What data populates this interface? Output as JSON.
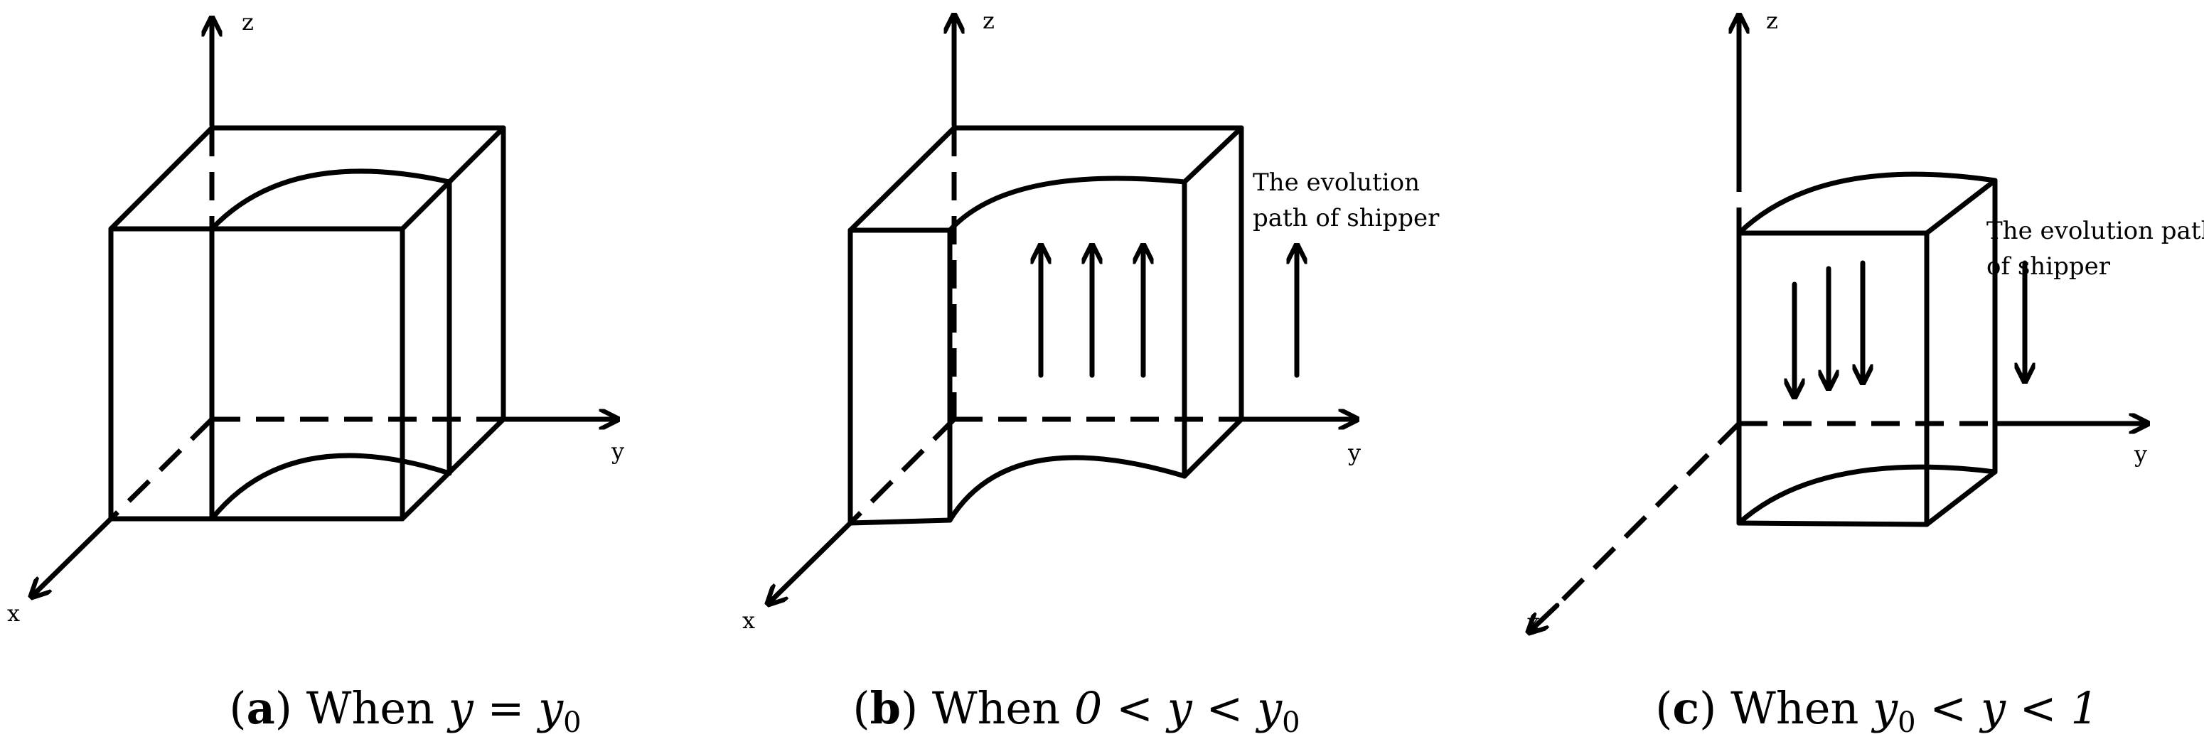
{
  "axes": {
    "x": "x",
    "y": "y",
    "z": "z"
  },
  "panels": [
    {
      "id": "a",
      "caption": {
        "open": "(",
        "letter": "a",
        "close": ")",
        "when": "When",
        "math": "y = y",
        "sub": "0",
        "rest": ""
      },
      "arrow_direction": "none"
    },
    {
      "id": "b",
      "caption": {
        "open": "(",
        "letter": "b",
        "close": ")",
        "when": "When",
        "math": "0 < y < y",
        "sub": "0",
        "rest": ""
      },
      "note_lines": [
        "The evolution",
        "path of shipper"
      ],
      "arrow_direction": "up"
    },
    {
      "id": "c",
      "caption": {
        "open": "(",
        "letter": "c",
        "close": ")",
        "when": "When",
        "math": "y",
        "sub": "0",
        "rest": " < y < 1"
      },
      "note_lines": [
        "The evolution path",
        "of shipper"
      ],
      "arrow_direction": "down"
    }
  ]
}
